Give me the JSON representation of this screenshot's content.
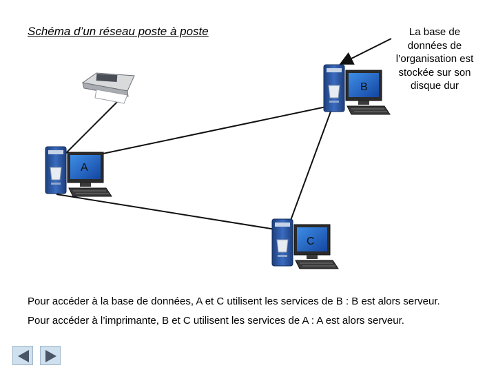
{
  "title": "Schéma d’un réseau poste à poste",
  "note": "La base de données de l’organisation est stockée sur son disque dur",
  "computers": {
    "a": {
      "label": "A"
    },
    "b": {
      "label": "B"
    },
    "c": {
      "label": "C"
    }
  },
  "captions": [
    "Pour accéder à la base de données, A et C utilisent les services de B : B est alors serveur.",
    "Pour accéder à l’imprimante, B et C utilisent les services de A : A est alors serveur."
  ],
  "nav": {
    "prev_icon": "arrow-left-icon",
    "next_icon": "arrow-right-icon"
  },
  "colors": {
    "tower": "#2f5aa8",
    "screen": "#1f62c2",
    "line": "#111111",
    "button": "#cfe0ee"
  }
}
